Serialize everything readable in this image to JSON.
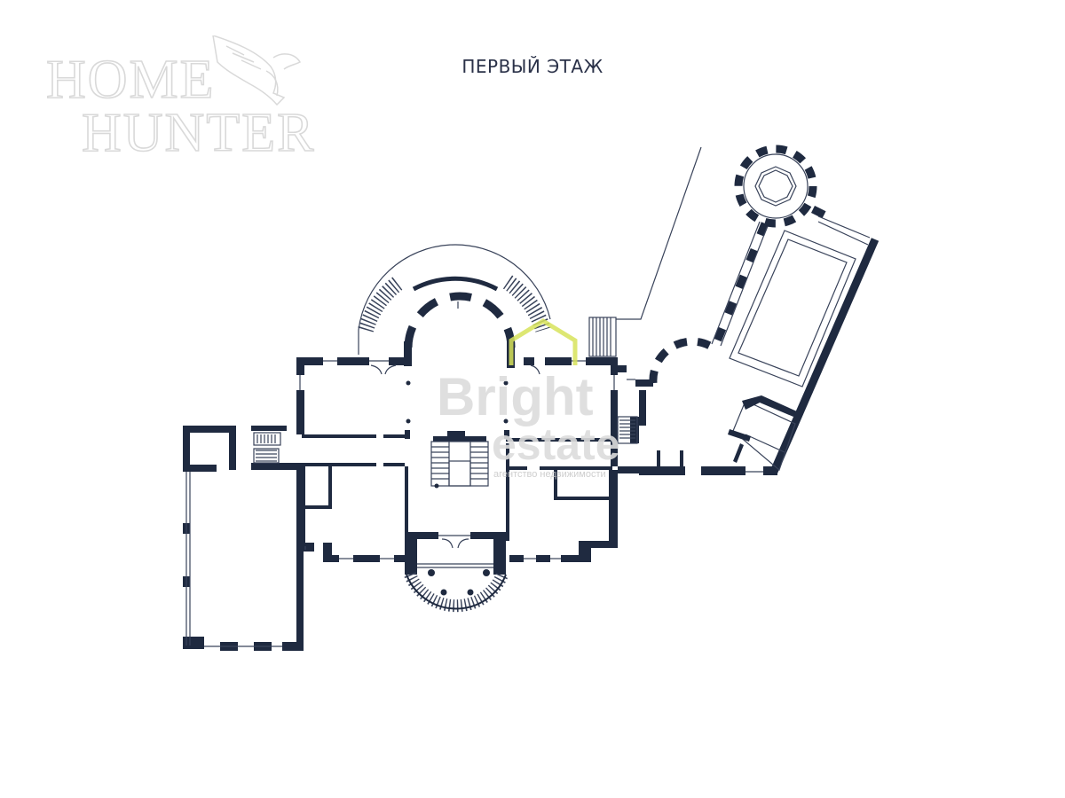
{
  "page": {
    "title": "ПЕРВЫЙ ЭТАЖ"
  },
  "logos": {
    "home_hunter": {
      "line1": "HOME",
      "line2": "HUNTER",
      "icon": "eagle-icon"
    },
    "bright_estate": {
      "line1": "Bright",
      "line2": "estate",
      "tagline": "агентство недвижимости",
      "icon": "house-outline-icon"
    }
  },
  "colors": {
    "wall": "#1f2a40",
    "window": "#ffffff",
    "thin_line": "#39435a",
    "title": "#2a3148",
    "logo_gray": "#d9d9d9",
    "watermark_gray": "#dcdcdc",
    "watermark_accent": "#d7e35a"
  }
}
